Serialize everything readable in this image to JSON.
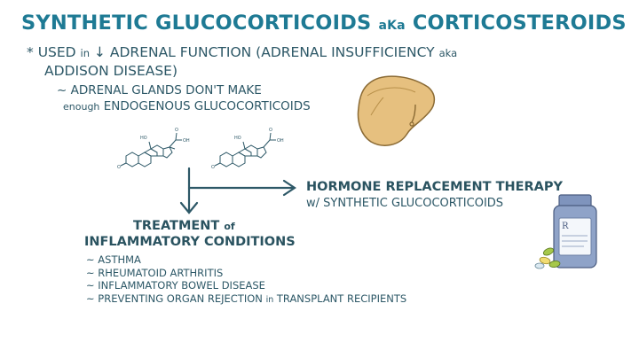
{
  "title": {
    "part1": "SYNTHETIC GLUCOCORTICOIDS ",
    "aka": "aKa",
    "part2": " CORTICOSTEROIDS"
  },
  "bullet_used": {
    "star": "*",
    "line1_pre": "USED ",
    "line1_in": "in",
    "line1_arrow": "↓",
    "line1_main": " ADRENAL FUNCTION (ADRENAL INSUFFICIENCY ",
    "line1_aka": "aka",
    "line2": "ADDISON DISEASE)"
  },
  "sub_point": {
    "line1": "~ ADRENAL GLANDS DON'T MAKE",
    "line2_small": "enough",
    "line2_main": " ENDOGENOUS GLUCOCORTICOIDS"
  },
  "structure_labels": {
    "ho": "HO",
    "oh": "OH",
    "o": "O"
  },
  "hormone_therapy": {
    "line1": "HORMONE REPLACEMENT THERAPY",
    "line2": "w/ SYNTHETIC GLUCOCORTICOIDS"
  },
  "treatment": {
    "line1_main": "TREATMENT ",
    "line1_small": "of",
    "line2": "INFLAMMATORY CONDITIONS",
    "items": [
      {
        "main": "~ ASTHMA",
        "small": "",
        "tail": ""
      },
      {
        "main": "~ RHEUMATOID ARTHRITIS",
        "small": "",
        "tail": ""
      },
      {
        "main": "~ INFLAMMATORY BOWEL DISEASE",
        "small": "",
        "tail": ""
      },
      {
        "main": "~ PREVENTING ORGAN REJECTION ",
        "small": "in",
        "tail": " TRANSPLANT RECIPIENTS"
      }
    ]
  },
  "bottle": {
    "label_symbol": "R"
  },
  "colors": {
    "title": "#1e7a94",
    "text": "#2d5867",
    "arrow": "#2d5867",
    "adrenal": "#e6c07f",
    "bottle": "#8fa3c8",
    "pill_green": "#a6c84a",
    "pill_yellow": "#f1dc73"
  }
}
